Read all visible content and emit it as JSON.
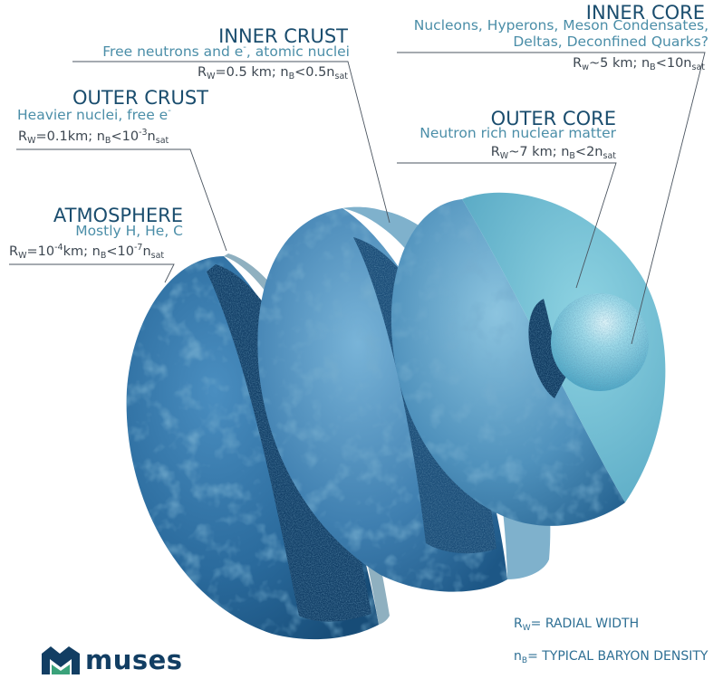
{
  "colors": {
    "title": "#1a4d6e",
    "description": "#4b8ea8",
    "spec": "#3c4650",
    "shell_dark": "#1c5a86",
    "shell_mid": "#3c7fae",
    "shell_light": "#7ab6d4",
    "inner_core": "#8fd6e6",
    "logo": "#123e63"
  },
  "layers": {
    "atmosphere": {
      "title": "ATMOSPHERE",
      "description": "Mostly H, He, C",
      "rw_sym": "R",
      "rw_sub": "W",
      "rw_val": "=10",
      "rw_exp": "-4",
      "rw_unit": "km; ",
      "nb_sym": "n",
      "nb_sub": "B",
      "nb_val": "<10",
      "nb_exp": "-7",
      "nb_n": "n",
      "nb_sat": "sat"
    },
    "outer_crust": {
      "title": "OUTER CRUST",
      "description": "Heavier nuclei, free e",
      "desc_sup": "-",
      "rw_sym": "R",
      "rw_sub": "W",
      "rw_val": "=0.1km; ",
      "nb_sym": "n",
      "nb_sub": "B",
      "nb_val": "<10",
      "nb_exp": "-3",
      "nb_n": "n",
      "nb_sat": "sat"
    },
    "inner_crust": {
      "title": "INNER CRUST",
      "description_a": "Free neutrons and e",
      "desc_sup": "-",
      "description_b": ", atomic nuclei",
      "rw_sym": "R",
      "rw_sub": "W",
      "rw_val": "=0.5 km; ",
      "nb_sym": "n",
      "nb_sub": "B",
      "nb_val": "<0.5n",
      "nb_sat": "sat"
    },
    "outer_core": {
      "title": "OUTER CORE",
      "description": "Neutron rich nuclear matter",
      "rw_sym": "R",
      "rw_sub": "W",
      "rw_val": "~7 km; ",
      "nb_sym": "n",
      "nb_sub": "B",
      "nb_val": "<2n",
      "nb_sat": "sat"
    },
    "inner_core": {
      "title": "INNER CORE",
      "description_line1": "Nucleons, Hyperons, Meson Condensates,",
      "description_line2": "Deltas, Deconfined Quarks?",
      "rw_sym": "R",
      "rw_sub": "w",
      "rw_val": "~5 km; ",
      "nb_sym": "n",
      "nb_sub": "B",
      "nb_val": "<10n",
      "nb_sat": "sat"
    }
  },
  "legend": {
    "rw_sym": "R",
    "rw_sub": "W",
    "rw_text": "= RADIAL WIDTH",
    "nb_sym": "n",
    "nb_sub": "B",
    "nb_text": "= TYPICAL BARYON DENSITY"
  },
  "logo": {
    "text": "muses"
  }
}
